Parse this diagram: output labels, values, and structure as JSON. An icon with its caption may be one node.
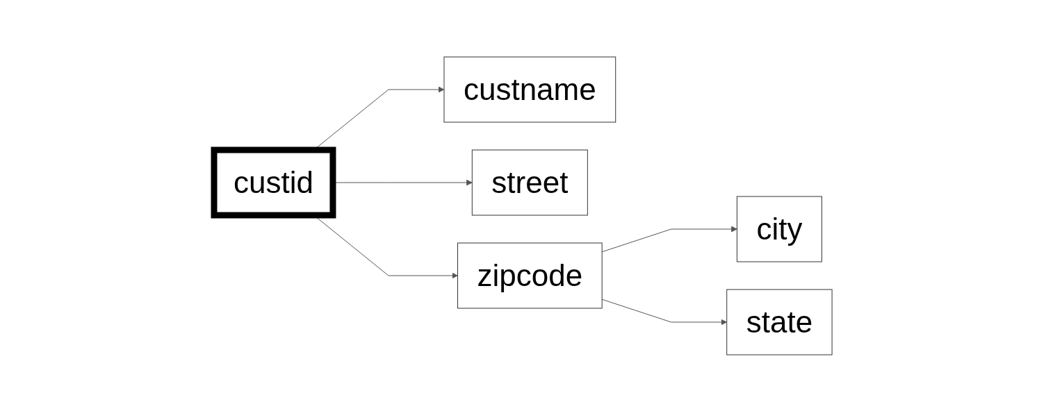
{
  "diagram": {
    "nodes": [
      {
        "text": [
          "custid"
        ]
      },
      {
        "text": [
          "custname"
        ]
      },
      {
        "text": [
          "street"
        ]
      },
      {
        "text": [
          "zipcode"
        ]
      },
      {
        "text": [
          "city"
        ]
      },
      {
        "text": [
          "state"
        ]
      }
    ],
    "edges": [
      {
        "from": 0,
        "to": 1,
        "arrow": "to"
      },
      {
        "from": 0,
        "to": 2,
        "arrow": "to"
      },
      {
        "from": 0,
        "to": 3,
        "arrow": "to"
      },
      {
        "from": 3,
        "to": 4,
        "arrow": "to"
      },
      {
        "from": 3,
        "to": 5,
        "arrow": "to"
      }
    ]
  }
}
